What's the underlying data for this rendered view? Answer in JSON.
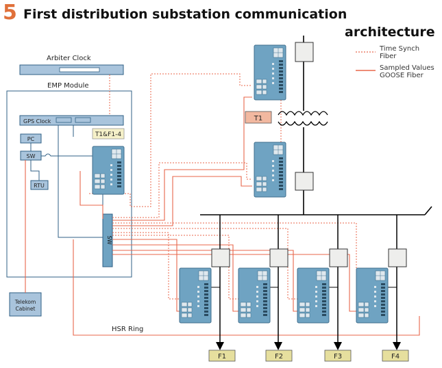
{
  "header": {
    "number": "5",
    "title_line1": "First distribution substation communication",
    "title_line2": "architecture"
  },
  "legend": {
    "time_synch_line1": "Time Synch",
    "time_synch_line2": "Fiber",
    "sampled_line1": "Sampled Values",
    "sampled_line2": "GOOSE Fiber"
  },
  "labels": {
    "arbiter_clock": "Arbiter Clock",
    "emp_module": "EMP Module",
    "gps_clock": "GPS Clock",
    "pc": "PC",
    "sw_small": "SW",
    "rtu": "RTU",
    "t1f14": "T1&F1-4",
    "sw_main": "SW",
    "telekom_line1": "Telekom",
    "telekom_line2": "Cabinet",
    "hsr_ring": "HSR Ring",
    "t1": "T1"
  },
  "feeders": [
    "F1",
    "F2",
    "F3",
    "F4"
  ],
  "colors": {
    "orange": "#e0703a",
    "fiber": "#e8664a",
    "ied_blue": "#6fa3c2",
    "ied_dark": "#3f6e8c",
    "box_blue": "#2f5f84",
    "clock_fill": "#a9c4dc",
    "t1_fill": "#f2b8a0",
    "feeder_fill": "#e6df9e",
    "breaker_fill": "#eeeeec"
  }
}
